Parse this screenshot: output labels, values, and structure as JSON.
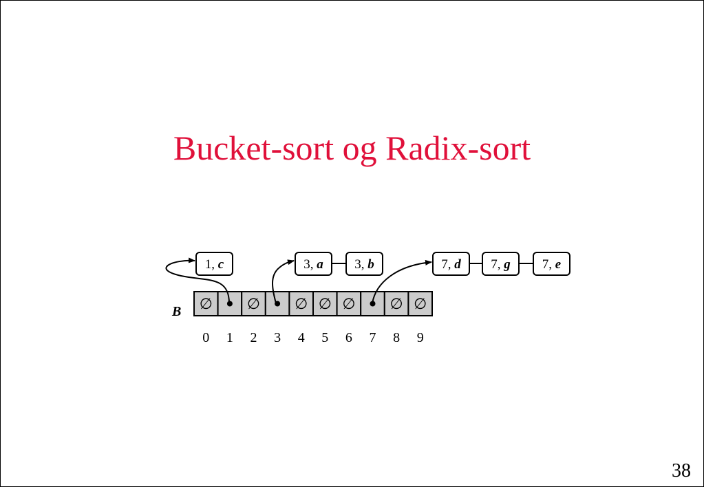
{
  "slide": {
    "title": "Bucket-sort og Radix-sort",
    "page_number": "38"
  },
  "diagram": {
    "array_label": "B",
    "empty_symbol": "∅",
    "buckets": [
      {
        "index": "0",
        "empty": true
      },
      {
        "index": "1",
        "empty": false
      },
      {
        "index": "2",
        "empty": true
      },
      {
        "index": "3",
        "empty": false
      },
      {
        "index": "4",
        "empty": true
      },
      {
        "index": "5",
        "empty": true
      },
      {
        "index": "6",
        "empty": true
      },
      {
        "index": "7",
        "empty": false
      },
      {
        "index": "8",
        "empty": true
      },
      {
        "index": "9",
        "empty": true
      }
    ],
    "lists": [
      {
        "bucket": 1,
        "nodes": [
          {
            "key": "1",
            "value": "c"
          }
        ]
      },
      {
        "bucket": 3,
        "nodes": [
          {
            "key": "3",
            "value": "a"
          },
          {
            "key": "3",
            "value": "b"
          }
        ]
      },
      {
        "bucket": 7,
        "nodes": [
          {
            "key": "7",
            "value": "d"
          },
          {
            "key": "7",
            "value": "g"
          },
          {
            "key": "7",
            "value": "e"
          }
        ]
      }
    ]
  },
  "colors": {
    "title": "#e0103a",
    "cell_fill": "#cccccc",
    "stroke": "#000000"
  }
}
